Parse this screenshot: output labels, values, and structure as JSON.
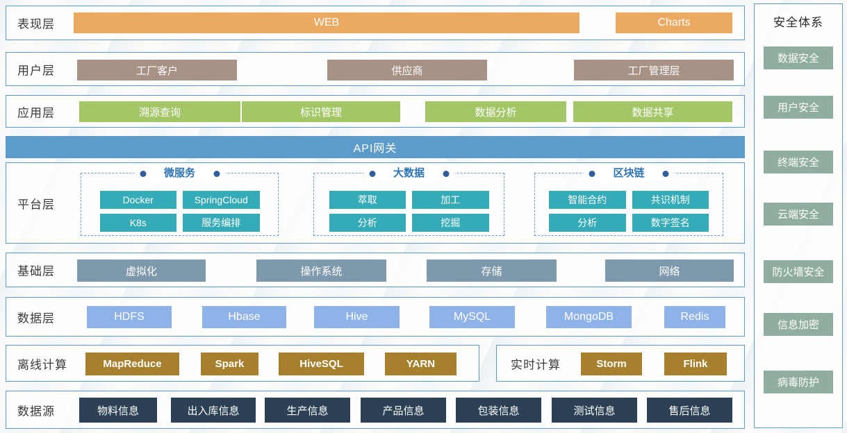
{
  "palette": {
    "row_border": "#5b9bd5",
    "presentation_orange": "#eba962",
    "user_taupe": "#a89186",
    "application_green": "#a3c766",
    "api_blue": "#5c9bca",
    "platform_teal": "#35abb8",
    "group_label_blue": "#2e74b5",
    "infrastructure_grayblue": "#7e99ab",
    "data_lightblue": "#8fb3e8",
    "compute_gold": "#a6802c",
    "source_navy": "#2c4156",
    "security_sage": "#90ae9f"
  },
  "layers": [
    {
      "label": "表现层",
      "items": [
        "WEB",
        "Charts"
      ]
    },
    {
      "label": "用户层",
      "items": [
        "工厂客户",
        "供应商",
        "工厂管理层"
      ]
    },
    {
      "label": "应用层",
      "items": [
        "溯源查询",
        "标识管理",
        "数据分析",
        "数据共享"
      ]
    },
    {
      "label": "API网关"
    },
    {
      "label": "平台层",
      "groups": [
        {
          "label": "微服务",
          "items": [
            "Docker",
            "SpringCloud",
            "K8s",
            "服务编排"
          ]
        },
        {
          "label": "大数据",
          "items": [
            "萃取",
            "加工",
            "分析",
            "挖掘"
          ]
        },
        {
          "label": "区块链",
          "items": [
            "智能合约",
            "共识机制",
            "分析",
            "数字签名"
          ]
        }
      ]
    },
    {
      "label": "基础层",
      "items": [
        "虚拟化",
        "操作系统",
        "存储",
        "网络"
      ]
    },
    {
      "label": "数据层",
      "items": [
        "HDFS",
        "Hbase",
        "Hive",
        "MySQL",
        "MongoDB",
        "Redis"
      ]
    },
    {
      "label": "离线计算",
      "items": [
        "MapReduce",
        "Spark",
        "HiveSQL",
        "YARN"
      ]
    },
    {
      "label": "实时计算",
      "items": [
        "Storm",
        "Flink"
      ]
    },
    {
      "label": "数据源",
      "items": [
        "物料信息",
        "出入库信息",
        "生产信息",
        "产品信息",
        "包装信息",
        "测试信息",
        "售后信息"
      ]
    }
  ],
  "security": {
    "title": "安全体系",
    "items": [
      "数据安全",
      "用户安全",
      "终端安全",
      "云端安全",
      "防火墙安全",
      "信息加密",
      "病毒防护"
    ]
  }
}
